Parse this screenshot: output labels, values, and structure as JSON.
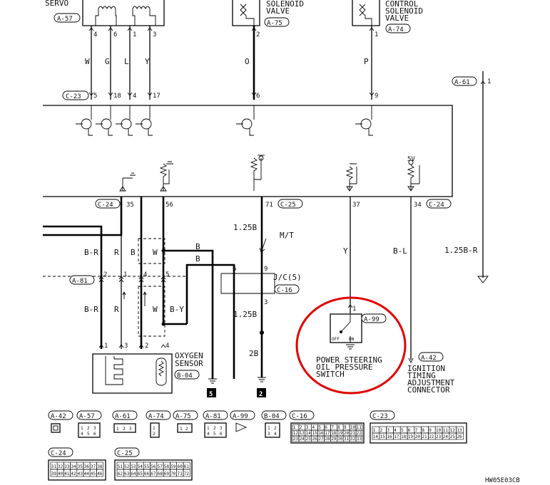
{
  "diagram": {
    "code": "HW05E03CB",
    "components": {
      "servo": "SERVO",
      "solenoid1": [
        "SOLENOID",
        "VALVE"
      ],
      "solenoid2": [
        "CONTROL",
        "SOLENOID",
        "VALVE"
      ],
      "oxygen_sensor": [
        "OXYGEN",
        "SENSOR"
      ],
      "jc": "J/C(5)",
      "ps_switch": [
        "POWER STEERING",
        "OIL PRESSURE",
        "SWITCH"
      ],
      "ign_connector": [
        "IGNITION",
        "TIMING",
        "ADJUSTMENT",
        "CONNECTOR"
      ],
      "mt": "M/T",
      "switch_off": "OFF",
      "switch_on": "ON",
      "supply_5v": "5V"
    },
    "connectors": {
      "a57": "A-57",
      "a75": "A-75",
      "a74": "A-74",
      "a61": "A-61",
      "c23": "C-23",
      "c24": "C-24",
      "c25": "C-25",
      "a81": "A-81",
      "c16": "C-16",
      "a99": "A-99",
      "b04": "B-04",
      "a42": "A-42"
    },
    "pins": {
      "servo": [
        "4",
        "6",
        "1",
        "3"
      ],
      "sol1": "2",
      "sol2": "1",
      "a61": "1",
      "c23": [
        "5",
        "18",
        "4",
        "17",
        "6",
        "9"
      ],
      "c24a": "35",
      "c24b": "56",
      "c25": "71",
      "c24c": "37",
      "c24d": "34",
      "a81": [
        "2",
        "1",
        "4",
        "5"
      ],
      "jc_in": "6",
      "jc_top": "9",
      "jc_bot": "3",
      "a99": "1",
      "ox": [
        "1",
        "3",
        "2",
        "4"
      ]
    },
    "wires": {
      "w": "W",
      "g": "G",
      "l": "L",
      "y": "Y",
      "o": "O",
      "p": "P",
      "r": "R",
      "b": "B",
      "br": "B-R",
      "by": "B-Y",
      "bl": "B-L",
      "g125b": "1.25B",
      "g2b": "2B",
      "g125br": "1.25B-R"
    },
    "grounds": {
      "g5": "5",
      "g2": "2"
    },
    "legend": {
      "a42": "A-42",
      "a57": "A-57",
      "a61": "A-61",
      "a74": "A-74",
      "a75": "A-75",
      "a81": "A-81",
      "a99": "A-99",
      "b04": "B-04",
      "c16": "C-16",
      "c23": "C-23",
      "c24": "C-24",
      "c25": "C-25",
      "a57_pins": [
        "1",
        "2",
        "3",
        "4",
        "5",
        "6"
      ],
      "a61_pins": [
        "1",
        "2",
        "3"
      ],
      "a74_pins": [
        "1",
        "2"
      ],
      "a75_pins": [
        "1",
        "2"
      ],
      "a81_pins": [
        "1",
        "2",
        "3",
        "4",
        "5",
        "6"
      ],
      "b04_pins": [
        "1",
        "2",
        "3",
        "4"
      ],
      "c16_rows": [
        [
          "1",
          "2",
          "3",
          "4",
          "5",
          "6",
          "7",
          "8",
          "9",
          "10",
          "11"
        ],
        [
          "12",
          "13",
          "14",
          "15",
          "16",
          "17",
          "18",
          "19",
          "20",
          "21",
          "22"
        ],
        [
          "23",
          "24",
          "25",
          "26",
          "27",
          "28",
          "29",
          "30",
          "31",
          "32",
          "33"
        ]
      ],
      "c23_rows": [
        [
          "1",
          "2",
          "3",
          "4",
          "5",
          "6",
          "7",
          "8",
          "9",
          "10",
          "11",
          "12",
          "13"
        ],
        [
          "14",
          "15",
          "16",
          "17",
          "18",
          "19",
          "20",
          "21",
          "22",
          "23",
          "24",
          "25",
          "26"
        ]
      ],
      "c24_rows": [
        [
          "31",
          "32",
          "33",
          "34",
          "35",
          "36",
          "37",
          "38"
        ],
        [
          "39",
          "40",
          "41",
          "42",
          "43",
          "44",
          "45",
          "46"
        ]
      ],
      "c25_rows": [
        [
          "51",
          "52",
          "53",
          "54",
          "55",
          "56",
          "57",
          "58",
          "59",
          "60",
          "61"
        ],
        [
          "62",
          "63",
          "64",
          "65",
          "66",
          "67",
          "68",
          "69",
          "70",
          "71",
          "72"
        ]
      ]
    }
  }
}
